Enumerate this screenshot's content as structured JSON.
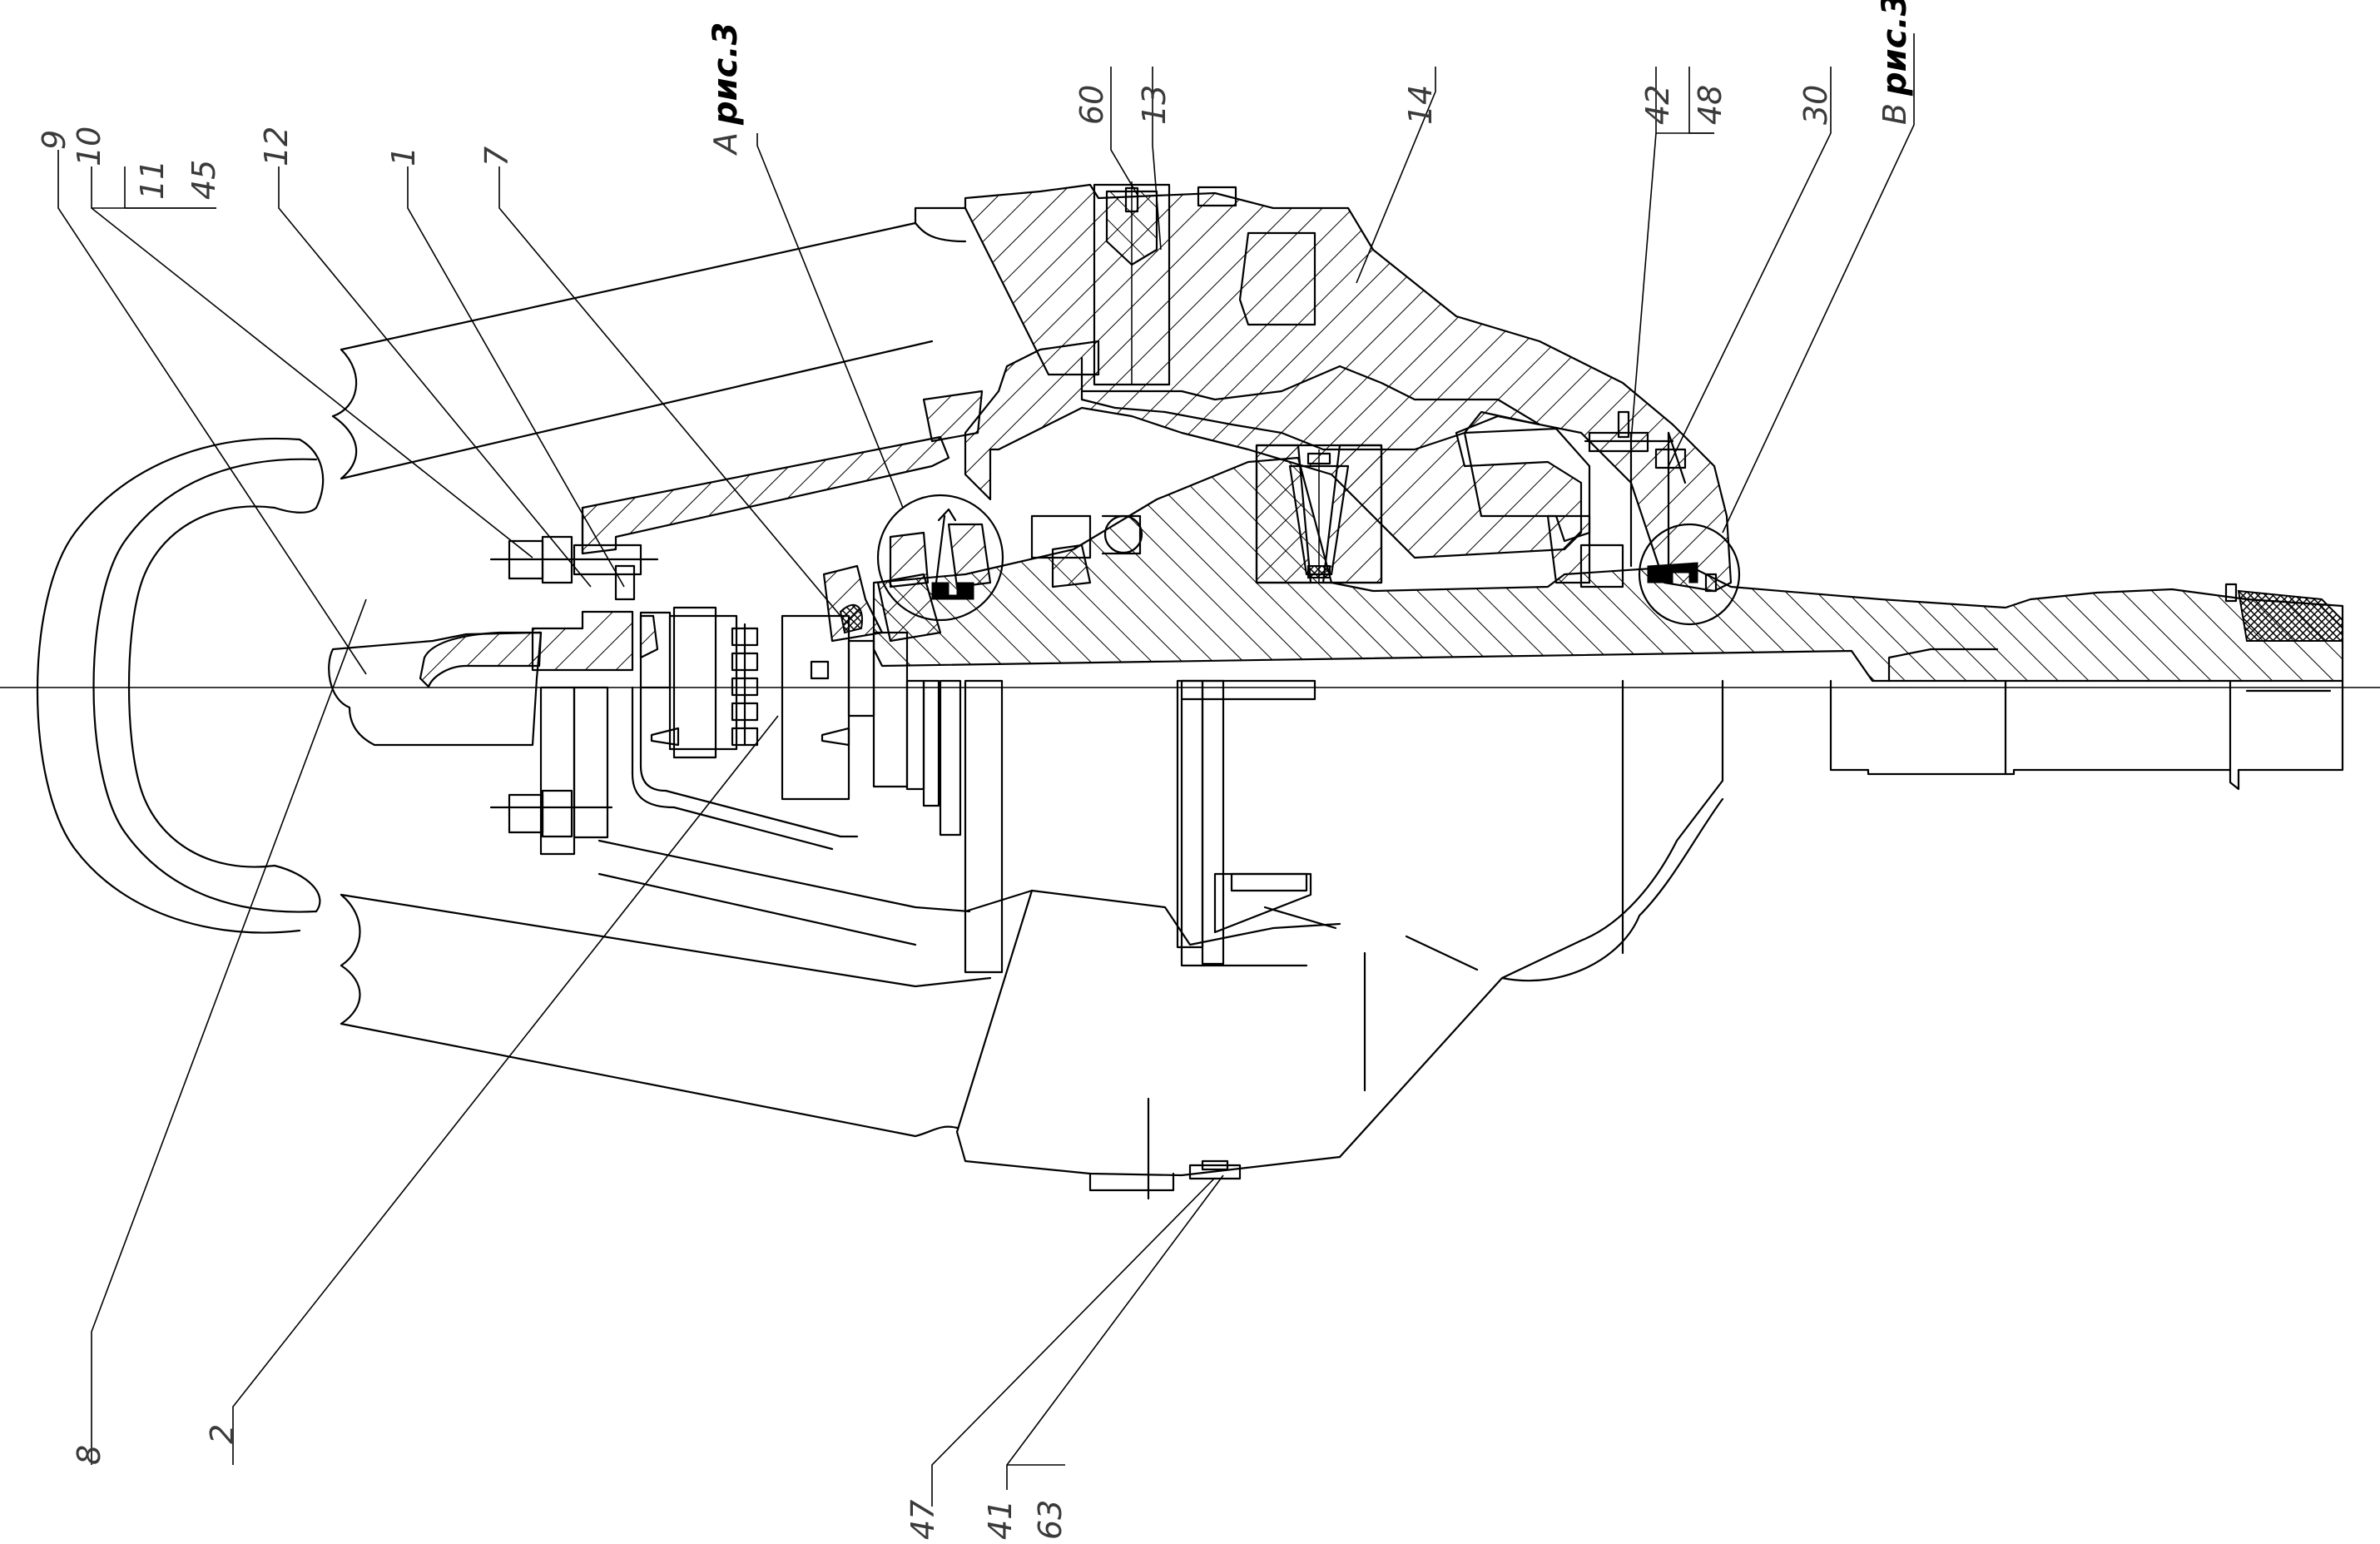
{
  "drawing": {
    "callouts_top": [
      "9",
      "10",
      "11",
      "45",
      "12",
      "1",
      "7",
      "A",
      "рис.3",
      "60",
      "13",
      "14",
      "42",
      "48",
      "30",
      "B",
      "рис.3"
    ],
    "callouts_bottom": [
      "8",
      "2",
      "47",
      "41",
      "63"
    ],
    "labels": {
      "c9": "9",
      "c10": "10",
      "c11": "11",
      "c45": "45",
      "c12": "12",
      "c1": "1",
      "c7": "7",
      "cA_letter": "A",
      "cA_ref": "рис.3",
      "c60": "60",
      "c13": "13",
      "c14": "14",
      "c42": "42",
      "c48": "48",
      "c30": "30",
      "cB_letter": "B",
      "cB_ref": "рис.3",
      "c8": "8",
      "c2": "2",
      "c47": "47",
      "c41": "41",
      "c63": "63"
    }
  }
}
